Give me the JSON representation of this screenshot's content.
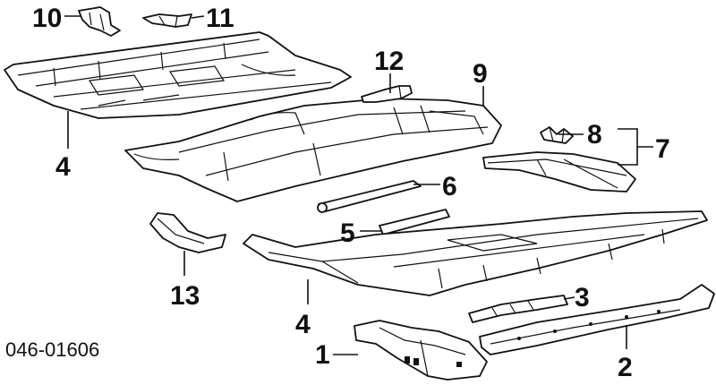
{
  "figure_code": "046-01606",
  "callouts": {
    "p1": "1",
    "p2": "2",
    "p3": "3",
    "p4a": "4",
    "p4b": "4",
    "p5": "5",
    "p6": "6",
    "p7": "7",
    "p8": "8",
    "p9": "9",
    "p10": "10",
    "p11": "11",
    "p12": "12",
    "p13": "13"
  }
}
